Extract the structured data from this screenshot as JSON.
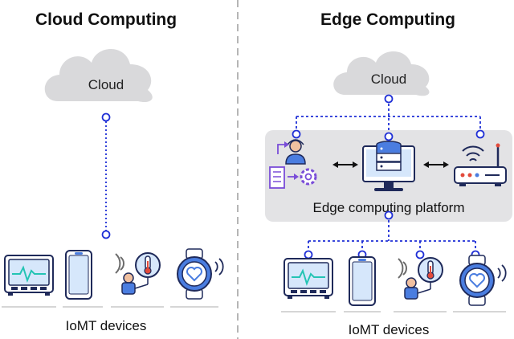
{
  "left": {
    "title": "Cloud Computing",
    "cloud_label": "Cloud",
    "devices_label": "IoMT devices"
  },
  "right": {
    "title": "Edge Computing",
    "cloud_label": "Cloud",
    "platform_label": "Edge computing platform",
    "devices_label": "IoMT devices"
  },
  "colors": {
    "cloud": "#d9d9db",
    "platform": "#e3e3e5",
    "link": "#1f2fd6",
    "device_outline": "#1f2a5a",
    "device_fill": "#d6e7fb",
    "accent": "#4a7de0",
    "ecg": "#24c4b4",
    "wearable": "#4a7de0",
    "thermometer": "#e24a3b",
    "analyst": "#7a4dd8",
    "divider": "#b5b5b5"
  },
  "icons": [
    "cloud-icon",
    "monitor-icon",
    "phone-icon",
    "thermometer-icon",
    "smartwatch-icon",
    "analyst-icon",
    "server-icon",
    "router-icon",
    "bidirectional-arrow-icon"
  ]
}
